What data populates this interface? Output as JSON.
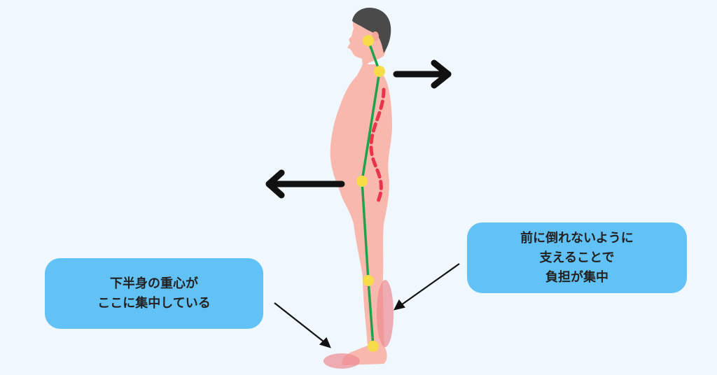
{
  "callouts": {
    "left": {
      "lines": [
        "下半身の重心が",
        "ここに集中している"
      ]
    },
    "right": {
      "lines": [
        "前に倒れないように",
        "支えることで",
        "負担が集中"
      ]
    }
  },
  "colors": {
    "background": "#f0f8fd",
    "callout_fill": "#63c2f5",
    "skin": "#f8b8ad",
    "hair": "#4a4a4a",
    "spine_line": "#1fa34a",
    "joint": "#f7dc4a",
    "curve_dash": "#e8354a",
    "pressure_area": "#ee8a92",
    "arrow": "#111111"
  },
  "icons": {
    "forward_arrow": "arrow-right-icon",
    "backward_arrow": "arrow-left-icon"
  }
}
